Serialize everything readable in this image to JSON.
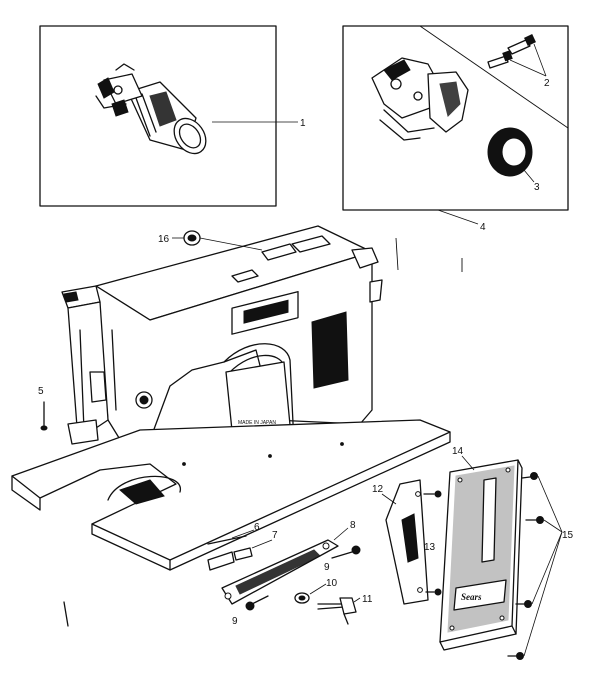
{
  "parts": [
    {
      "id": "1",
      "label": "1",
      "name": "motor"
    },
    {
      "id": "2",
      "label": "2",
      "name": "screw-pair-top"
    },
    {
      "id": "3",
      "label": "3",
      "name": "belt-wheel"
    },
    {
      "id": "4",
      "label": "4",
      "name": "bobbin-winder-assembly"
    },
    {
      "id": "5",
      "label": "5",
      "name": "pin"
    },
    {
      "id": "6",
      "label": "6",
      "name": "slide-spring"
    },
    {
      "id": "7",
      "label": "7",
      "name": "slide-bracket"
    },
    {
      "id": "8",
      "label": "8",
      "name": "slide-plate"
    },
    {
      "id": "9a",
      "label": "9",
      "name": "screw-upper"
    },
    {
      "id": "9b",
      "label": "9",
      "name": "screw-lower"
    },
    {
      "id": "10",
      "label": "10",
      "name": "washer"
    },
    {
      "id": "11",
      "label": "11",
      "name": "thumb-screw"
    },
    {
      "id": "12",
      "label": "12",
      "name": "back-plate"
    },
    {
      "id": "13",
      "label": "13",
      "name": "screw-pair-side"
    },
    {
      "id": "14",
      "label": "14",
      "name": "face-cover"
    },
    {
      "id": "15",
      "label": "15",
      "name": "cover-screws"
    },
    {
      "id": "16",
      "label": "16",
      "name": "plug"
    }
  ],
  "cover_brand": "Sears"
}
